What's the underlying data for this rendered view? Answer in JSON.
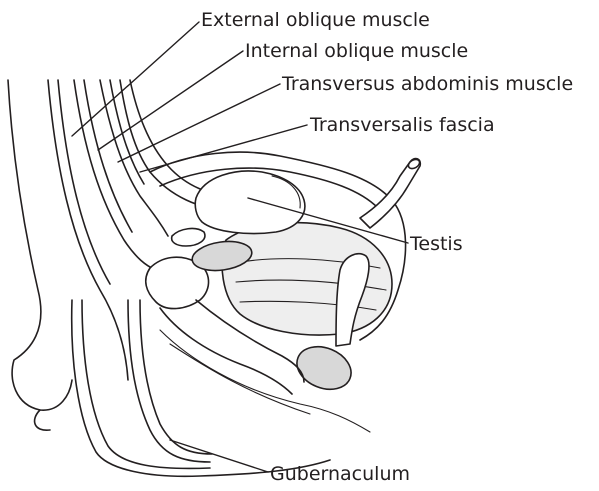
{
  "labels": {
    "external_oblique": "External oblique muscle",
    "internal_oblique": "Internal oblique muscle",
    "transversus_abdominis": "Transversus abdominis muscle",
    "transversalis_fascia": "Transversalis fascia",
    "testis": "Testis",
    "gubernaculum": "Gubernaculum"
  },
  "colors": {
    "ink": "#231f20",
    "background": "#ffffff"
  }
}
